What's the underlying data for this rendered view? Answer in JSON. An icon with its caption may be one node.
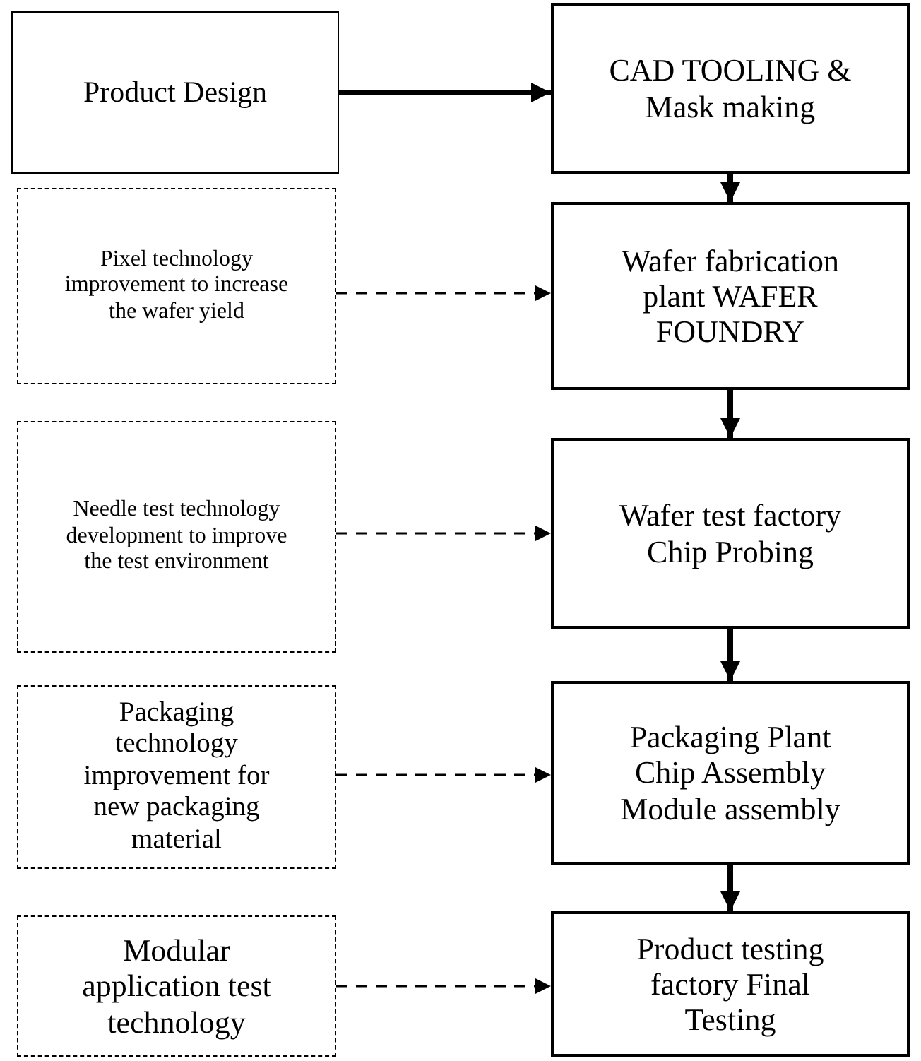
{
  "diagram": {
    "nodes": [
      {
        "text": [
          "Product Design"
        ]
      },
      {
        "text": [
          "CAD TOOLING & Mask making"
        ]
      },
      {
        "text": [
          "Pixel technology improvement to increase the wafer yield"
        ]
      },
      {
        "text": [
          "Wafer fabrication plant WAFER FOUNDRY"
        ]
      },
      {
        "text": [
          "Needle test technology development to improve the test environment"
        ]
      },
      {
        "text": [
          "Wafer test factory Chip Probing"
        ]
      },
      {
        "text": [
          "Packaging technology improvement for new packaging material"
        ]
      },
      {
        "text": [
          "Packaging Plant Chip Assembly Module assembly"
        ]
      },
      {
        "text": [
          "Modular application test technology"
        ]
      },
      {
        "text": [
          "Product testing factory Final Testing"
        ]
      }
    ],
    "edges": [
      {
        "from": 0,
        "to": 1,
        "arrow": "to"
      },
      {
        "from": 1,
        "to": 3,
        "arrow": "to"
      },
      {
        "from": 2,
        "to": 3,
        "arrow": "to",
        "style": "dashed"
      },
      {
        "from": 3,
        "to": 5,
        "arrow": "to"
      },
      {
        "from": 4,
        "to": 5,
        "arrow": "to",
        "style": "dashed"
      },
      {
        "from": 5,
        "to": 7,
        "arrow": "to"
      },
      {
        "from": 6,
        "to": 7,
        "arrow": "to",
        "style": "dashed"
      },
      {
        "from": 7,
        "to": 9,
        "arrow": "to"
      },
      {
        "from": 8,
        "to": 9,
        "arrow": "to",
        "style": "dashed"
      }
    ]
  }
}
